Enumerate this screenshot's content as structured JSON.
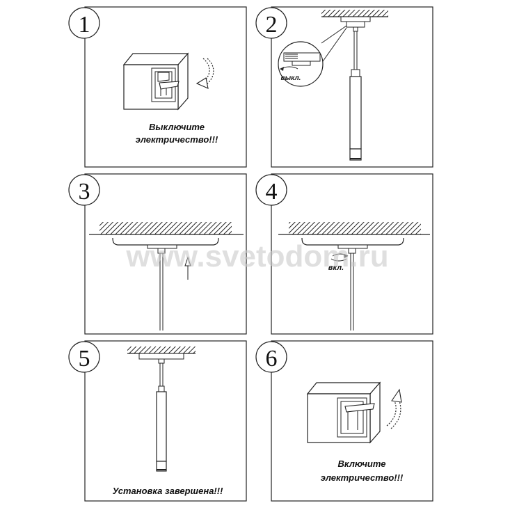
{
  "steps": [
    {
      "number": "1",
      "caption_lines": [
        "Выключите",
        "электричество!!!"
      ]
    },
    {
      "number": "2",
      "callout_label": "выкл."
    },
    {
      "number": "3"
    },
    {
      "number": "4",
      "callout_label": "вкл."
    },
    {
      "number": "5",
      "caption_lines": [
        "Установка завершена!!!"
      ]
    },
    {
      "number": "6",
      "caption_lines": [
        "Включите",
        "электричество!!!"
      ]
    }
  ],
  "watermark": "www.svetodom.ru"
}
